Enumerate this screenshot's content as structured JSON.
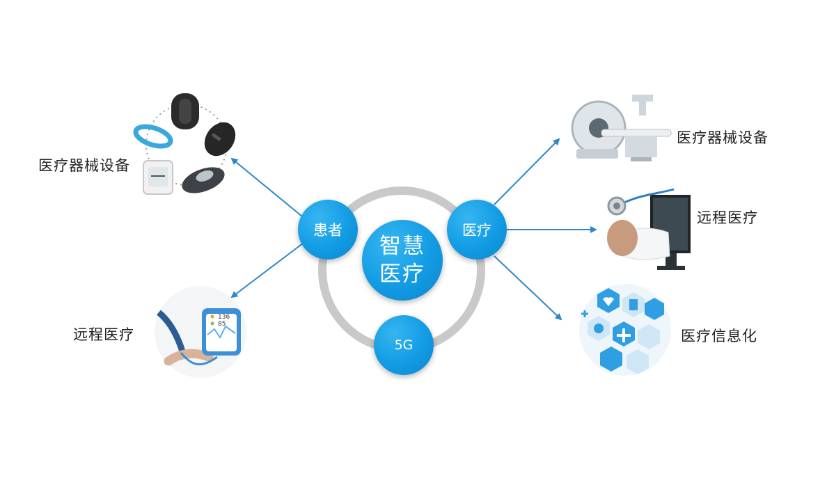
{
  "hub": {
    "line1": "智慧",
    "line2": "医疗"
  },
  "nodes": {
    "patient": "患者",
    "medical": "医疗",
    "network": "5G"
  },
  "labels": {
    "left_top": "医疗器械设备",
    "left_bottom": "远程医疗",
    "right_top": "医疗器械设备",
    "right_middle": "远程医疗",
    "right_bottom": "医疗信息化"
  },
  "icons": {
    "left_top": "wearable-bands-icon",
    "left_bottom": "remote-blood-pressure-monitor-icon",
    "right_top": "ct-scanner-icon",
    "right_middle": "stethoscope-monitor-icon",
    "right_bottom": "medical-info-hexagon-icon"
  },
  "colors": {
    "accent": "#129be3",
    "arrow": "#2f86c6",
    "ring": "#c9c9c9"
  }
}
